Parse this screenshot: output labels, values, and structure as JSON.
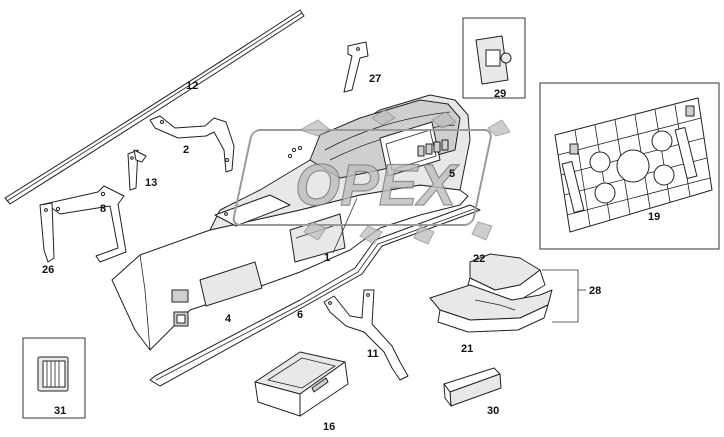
{
  "diagram": {
    "callouts": {
      "c1": "1",
      "c2": "2",
      "c4": "4",
      "c5": "5",
      "c6": "6",
      "c8": "8",
      "c11": "11",
      "c12": "12",
      "c13": "13",
      "c16": "16",
      "c19": "19",
      "c21": "21",
      "c22": "22",
      "c26": "26",
      "c27": "27",
      "c28": "28",
      "c29": "29",
      "c30": "30",
      "c31": "31"
    },
    "watermark": {
      "text": "OPEX"
    }
  }
}
